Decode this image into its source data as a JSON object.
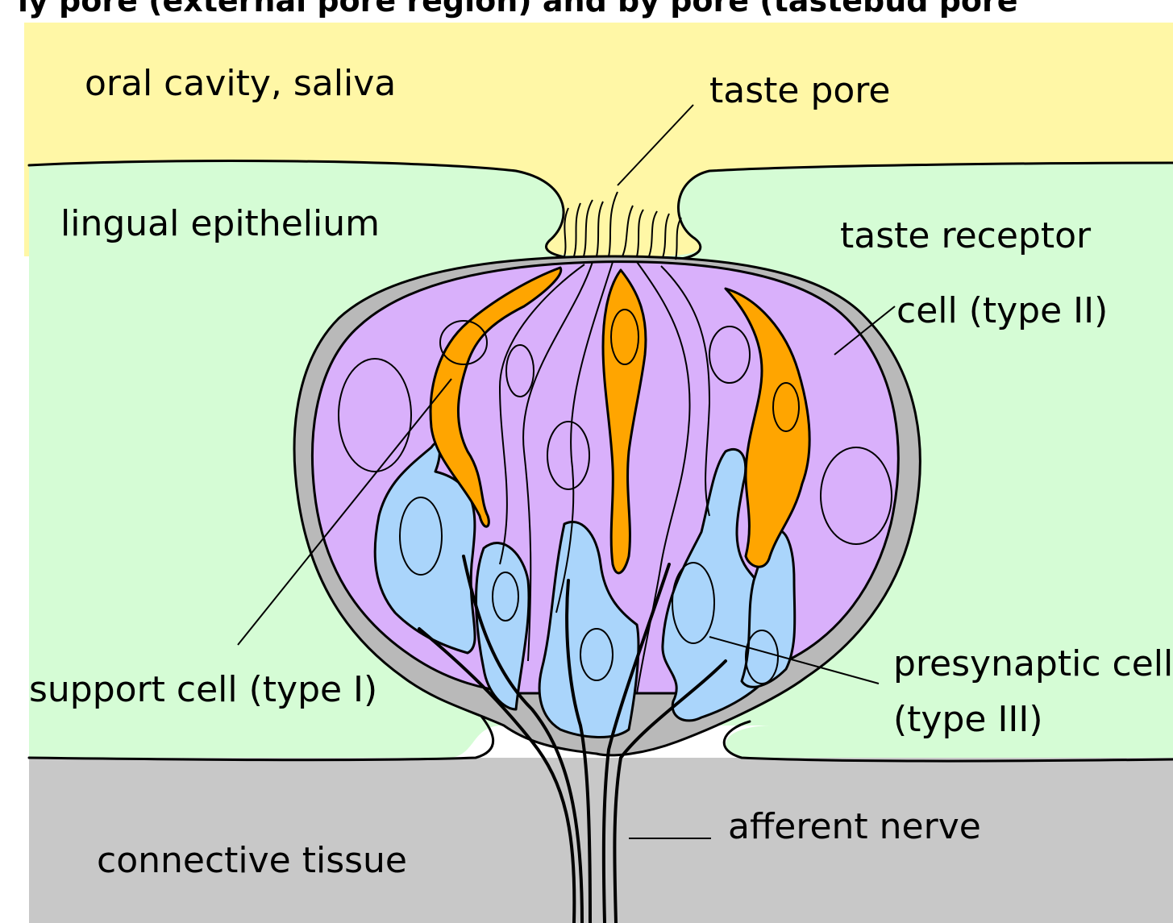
{
  "colors": {
    "oral_cavity": "#fff7a6",
    "epithelium": "#d5fcd5",
    "connective": "#c8c8c8",
    "membrane_gray": "#b9b9b9",
    "type2_cell": "#d9b0fb",
    "type2_nucleus": "#a58ed0",
    "type1_cell": "#ffa500",
    "type1_nucleus": "#ff8c00",
    "type3_cell": "#aad5fb",
    "type3_nucleus": "#6da3f6"
  },
  "top_caption": "ly pore (external pore region) and by pore (tastebud pore",
  "labels": {
    "oral_cavity": "oral cavity, saliva",
    "taste_pore": "taste pore",
    "lingual_epithelium": "lingual epithelium",
    "taste_receptor_line1": "taste receptor",
    "taste_receptor_line2": "cell (type II)",
    "support_cell": "support cell (type I)",
    "presynaptic_line1": "presynaptic cell",
    "presynaptic_line2": "(type III)",
    "connective_tissue": "connective tissue",
    "afferent_nerve": "afferent nerve"
  }
}
